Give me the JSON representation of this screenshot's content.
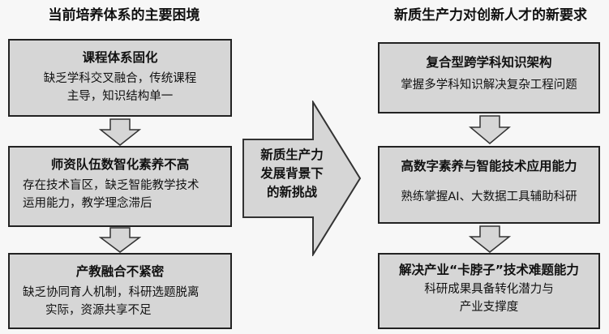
{
  "left": {
    "title": "当前培养体系的主要困境",
    "boxes": [
      {
        "head": "课程体系固化",
        "lines": [
          "缺乏学科交叉融合，传统课程",
          "主导，知识结构单一"
        ]
      },
      {
        "head": "师资队伍数智化素养不高",
        "lines": [
          "存在技术盲区，缺乏智能教学技术",
          "运用能力，教学理念滞后"
        ]
      },
      {
        "head": "产教融合不紧密",
        "lines": [
          "缺乏协同育人机制，科研选题脱离",
          "实际，资源共享不足"
        ]
      }
    ]
  },
  "center": {
    "lines": [
      "新质生产力",
      "发展背景下",
      "的新挑战"
    ]
  },
  "right": {
    "title": "新质生产力对创新人才的新要求",
    "boxes": [
      {
        "head": "复合型跨学科知识架构",
        "lines": [
          "掌握多学科知识解决复杂工程问题"
        ]
      },
      {
        "head": "高数字素养与智能技术应用能力",
        "lines": [
          "熟练掌握AI、大数据工具辅助科研"
        ]
      },
      {
        "head": "解决产业“卡脖子”技术难题能力",
        "lines": [
          "科研成果具备转化潜力与",
          "产业支撑度"
        ]
      }
    ]
  }
}
